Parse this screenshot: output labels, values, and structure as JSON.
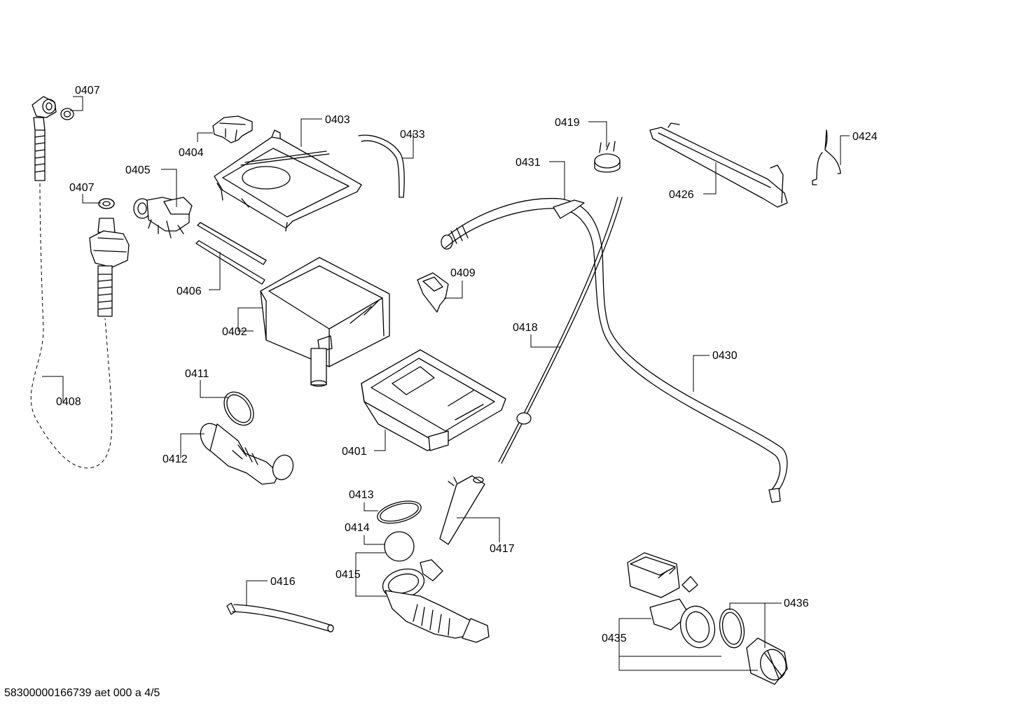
{
  "labels": {
    "p0401": "0401",
    "p0402": "0402",
    "p0403": "0403",
    "p0404": "0404",
    "p0405": "0405",
    "p0406": "0406",
    "p0407a": "0407",
    "p0407b": "0407",
    "p0408": "0408",
    "p0409": "0409",
    "p0411": "0411",
    "p0412": "0412",
    "p0413": "0413",
    "p0414": "0414",
    "p0415": "0415",
    "p0416": "0416",
    "p0417": "0417",
    "p0418": "0418",
    "p0419": "0419",
    "p0424": "0424",
    "p0426": "0426",
    "p0430": "0430",
    "p0431": "0431",
    "p0433": "0433",
    "p0435": "0435",
    "p0436": "0436"
  },
  "footer": "58300000166739 aet 000 a 4/5"
}
